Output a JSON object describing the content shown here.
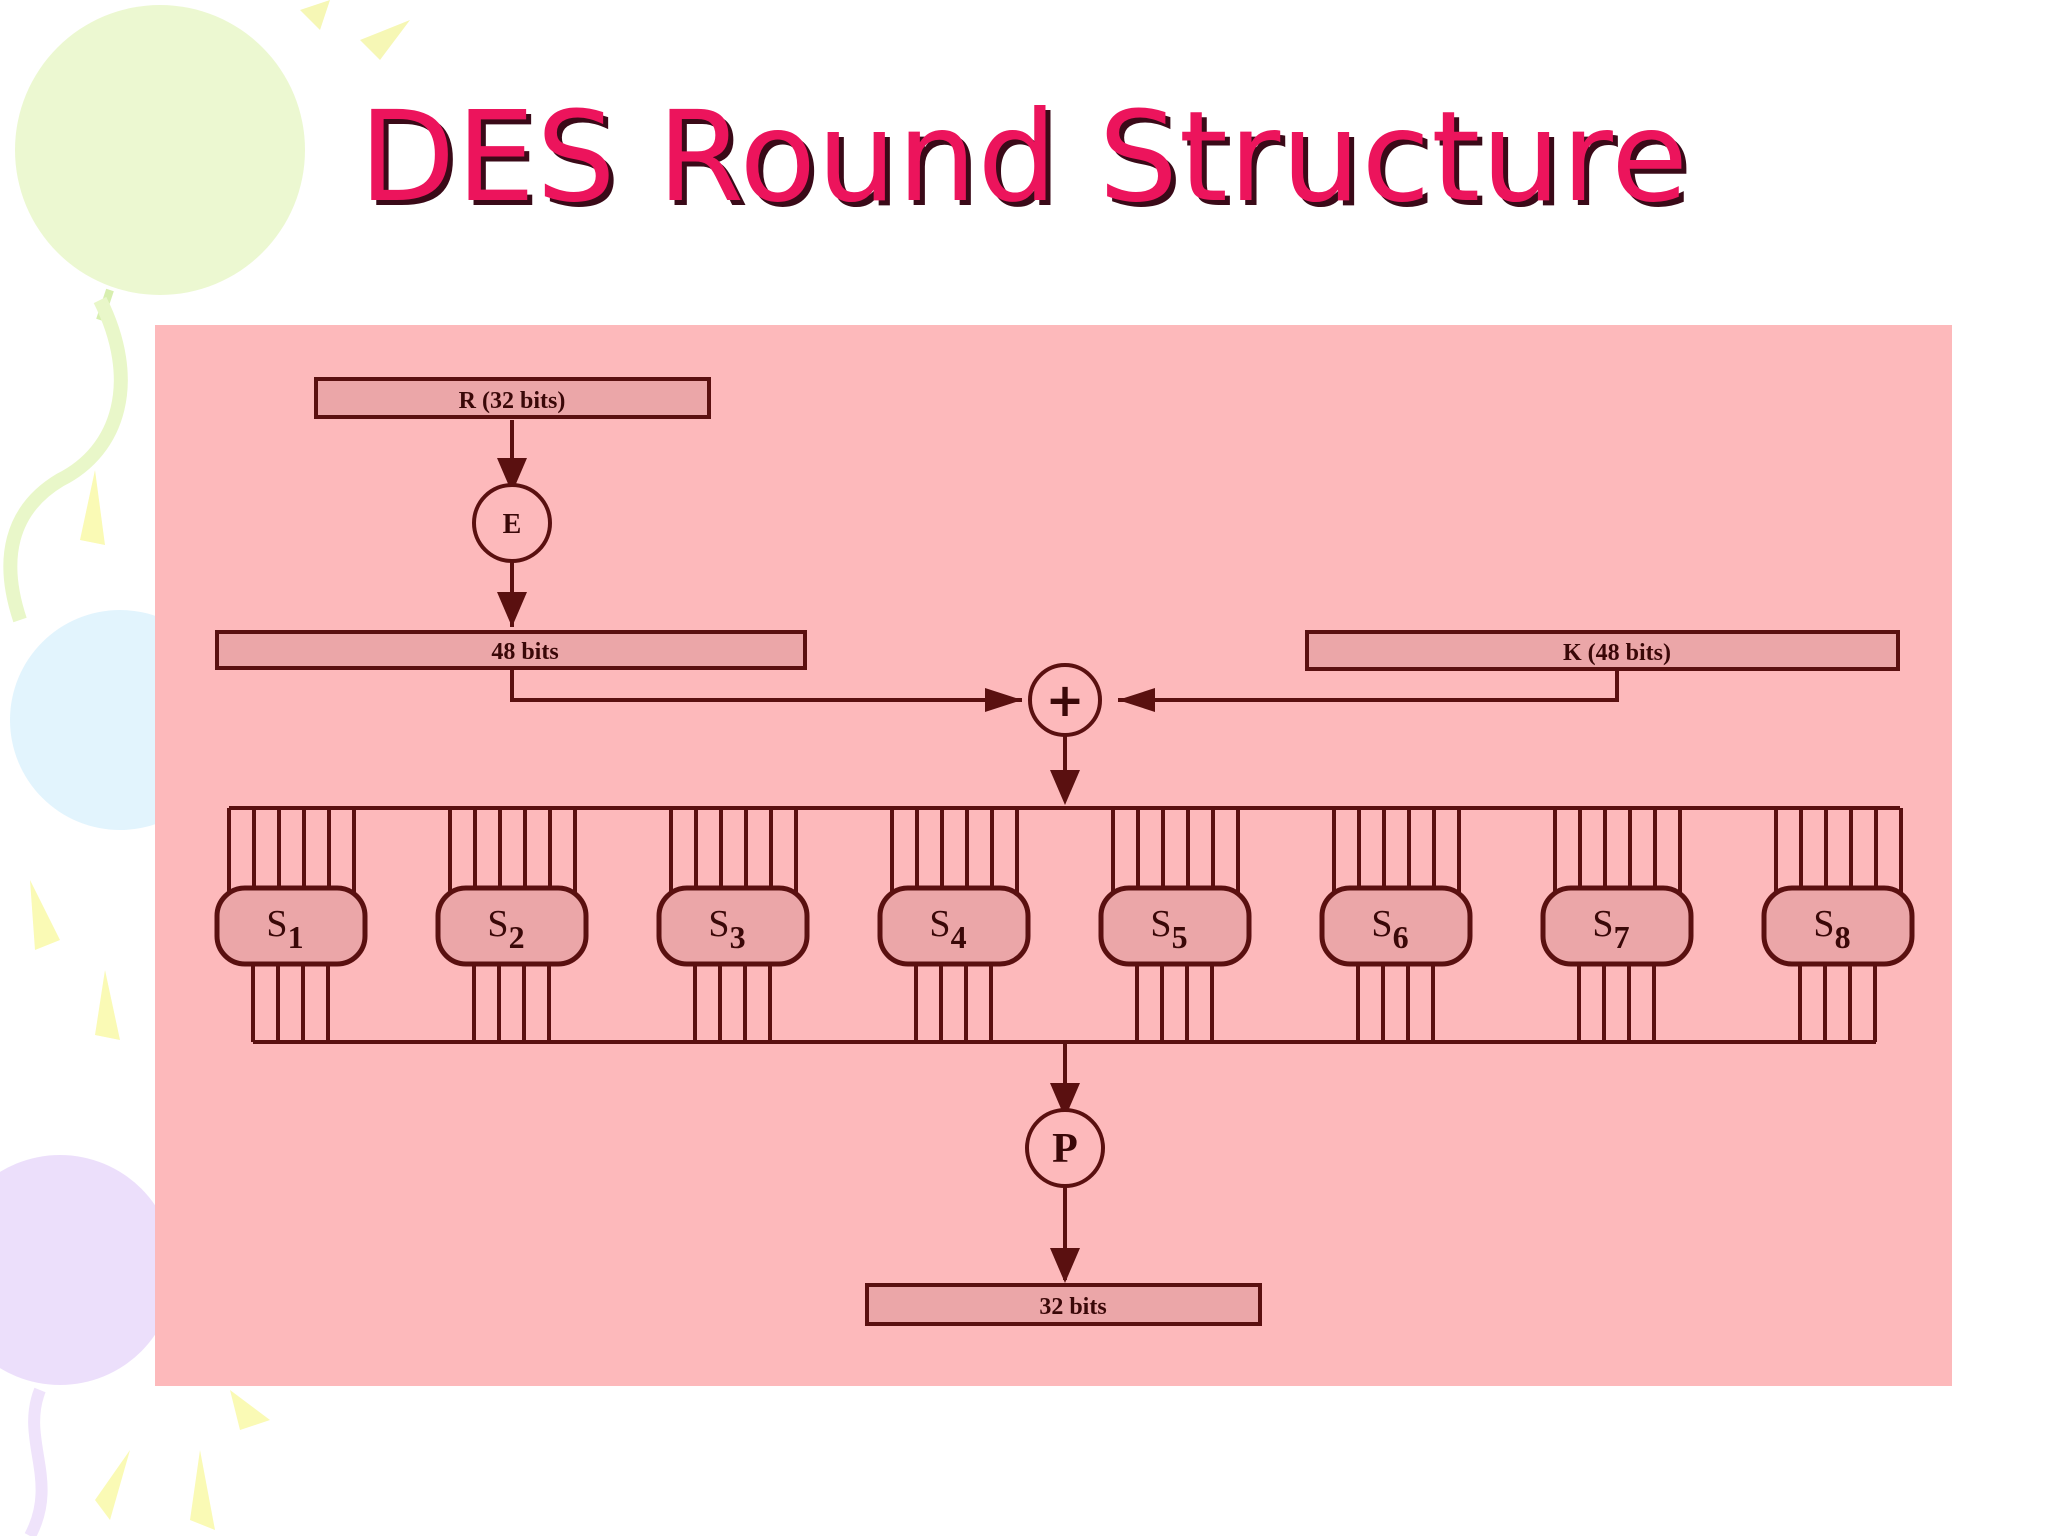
{
  "slide": {
    "title": "DES Round Structure"
  },
  "diagram": {
    "input_box": "R (32 bits)",
    "expansion": "E",
    "expanded_box": "48 bits",
    "key_box": "K (48 bits)",
    "xor_symbol": "+",
    "sboxes": [
      {
        "letter": "S",
        "index": "1"
      },
      {
        "letter": "S",
        "index": "2"
      },
      {
        "letter": "S",
        "index": "3"
      },
      {
        "letter": "S",
        "index": "4"
      },
      {
        "letter": "S",
        "index": "5"
      },
      {
        "letter": "S",
        "index": "6"
      },
      {
        "letter": "S",
        "index": "7"
      },
      {
        "letter": "S",
        "index": "8"
      }
    ],
    "permutation": "P",
    "output_box": "32 bits"
  },
  "colors": {
    "title": "#ec145c",
    "panel": "#fdb9bb",
    "box_fill": "#eba6a8",
    "line": "#5a1010"
  }
}
